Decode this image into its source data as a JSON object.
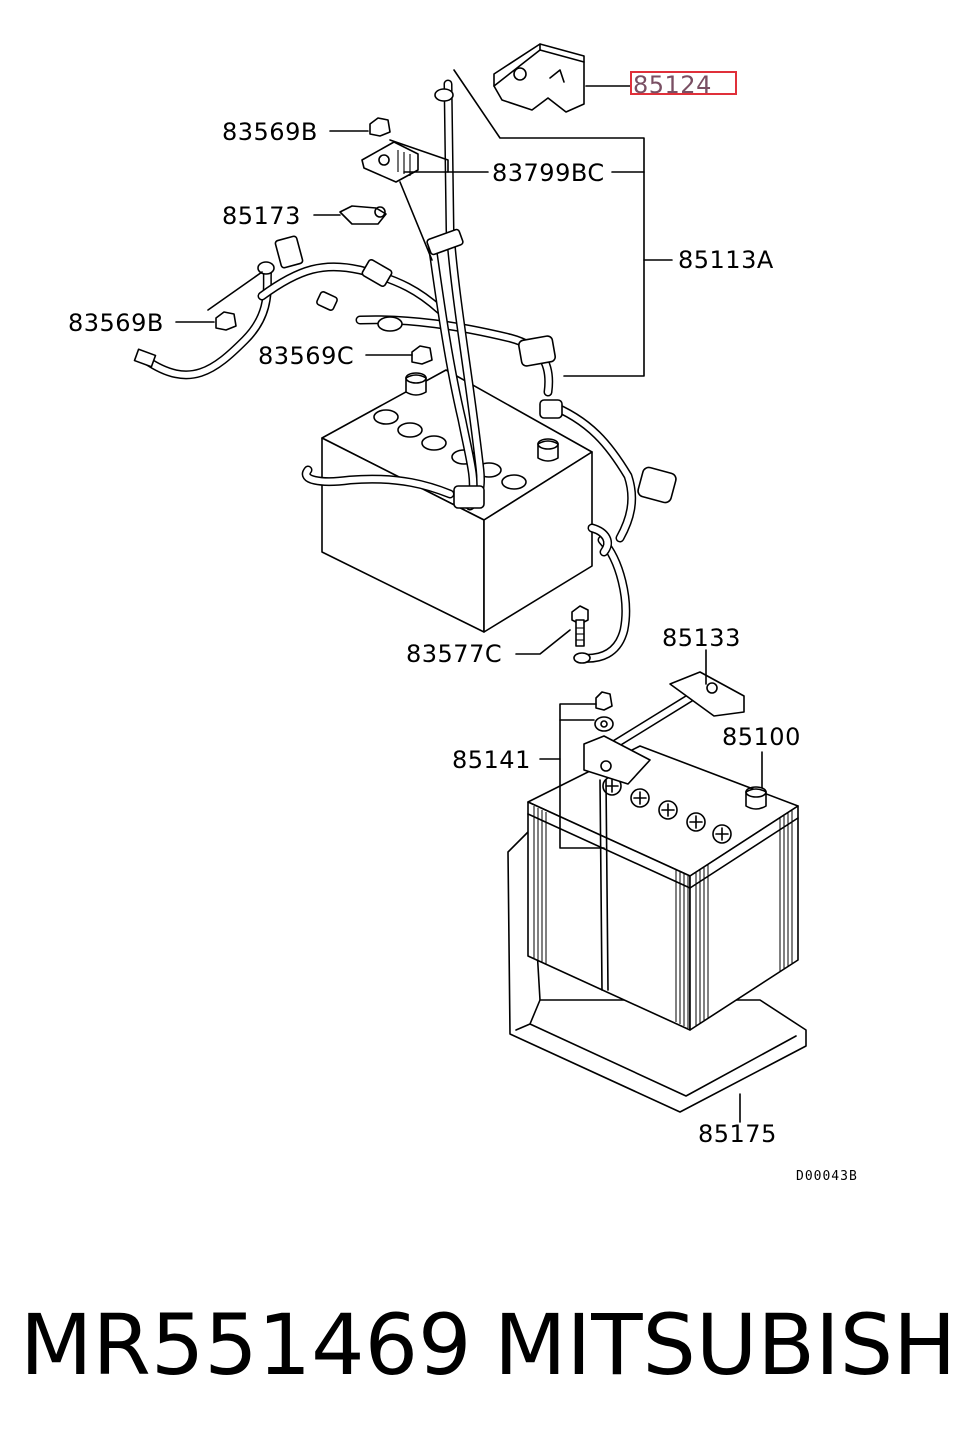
{
  "labels": {
    "p85124": "85124",
    "p83569b_top": "83569B",
    "p83799bc": "83799BC",
    "p85173": "85173",
    "p85113a": "85113A",
    "p83569b_left": "83569B",
    "p83569c": "83569C",
    "p83577c": "83577C",
    "p85133": "85133",
    "p85100": "85100",
    "p85141": "85141",
    "p85175": "85175"
  },
  "highlight_color": "#e0303a",
  "drawing_code": "D00043B",
  "caption": {
    "part_number": "MR551469",
    "brand": "MITSUBISHI"
  }
}
